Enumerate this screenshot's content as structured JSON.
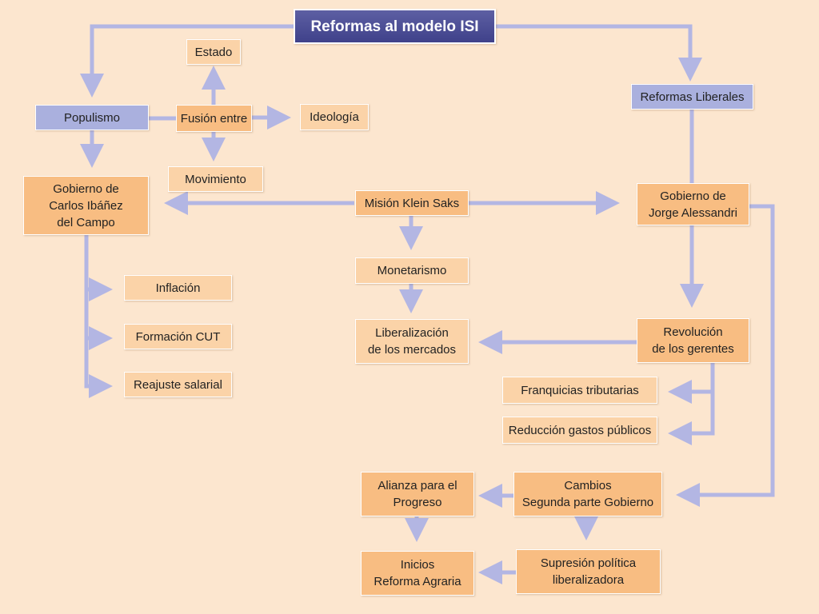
{
  "diagram": {
    "title": "Reformas al modelo ISI",
    "populismo": "Populismo",
    "fusion": "Fusión entre",
    "estado": "Estado",
    "ideologia": "Ideología",
    "movimiento": "Movimiento",
    "ibanez": "Gobierno de\nCarlos Ibáñez\ndel Campo",
    "inflacion": "Inflación",
    "cut": "Formación CUT",
    "reajuste": "Reajuste salarial",
    "klein": "Misión Klein Saks",
    "monetarismo": "Monetarismo",
    "liberalizacion": "Liberalización\nde los mercados",
    "liberales": "Reformas Liberales",
    "alessandri": "Gobierno de\nJorge Alessandri",
    "gerentes": "Revolución\nde los gerentes",
    "franquicias": "Franquicias tributarias",
    "reduccion": "Reducción gastos públicos",
    "cambios": "Cambios\nSegunda parte Gobierno",
    "alianza": "Alianza para el\nProgreso",
    "supresion": "Supresión política\nliberalizadora",
    "inicios": "Inicios\nReforma Agraria"
  },
  "colors": {
    "background": "#fce6cf",
    "title_fill": "#4a4c94",
    "node_strong": "#f8bd82",
    "node_light": "#fbd3a8",
    "node_blue": "#aab0de",
    "connector": "#b3b6e3"
  }
}
